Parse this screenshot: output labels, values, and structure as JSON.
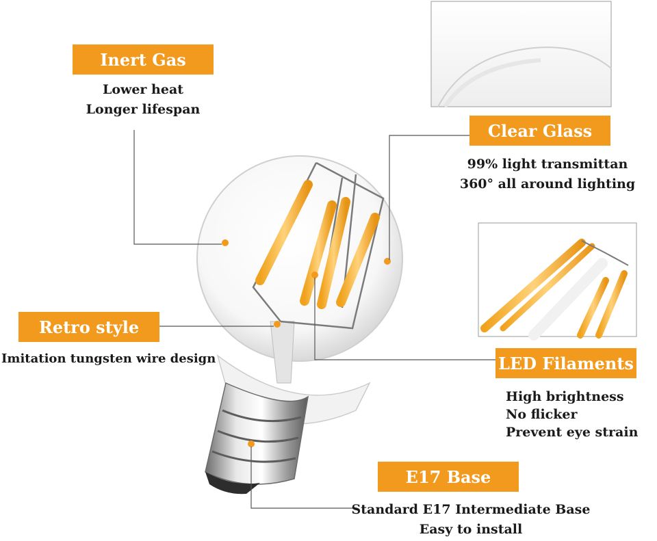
{
  "accent_color": "#f29a1e",
  "callouts": {
    "inert_gas": {
      "label": "Inert Gas",
      "lines": [
        "Lower heat",
        "Longer lifespan"
      ]
    },
    "clear_glass": {
      "label": "Clear Glass",
      "lines": [
        "99% light transmittan",
        "360° all around lighting"
      ]
    },
    "retro_style": {
      "label": "Retro style",
      "lines": [
        "Imitation tungsten wire design"
      ]
    },
    "led_filaments": {
      "label": "LED Filaments",
      "lines": [
        "High brightness",
        "No flicker",
        "Prevent eye strain"
      ]
    },
    "e17_base": {
      "label": "E17 Base",
      "lines": [
        "Standard E17 Intermediate Base",
        "Easy to install"
      ]
    }
  },
  "icons": {
    "bulb": "light-bulb-illustration",
    "glass_detail": "glass-detail-inset",
    "filament_detail": "filament-detail-inset"
  }
}
